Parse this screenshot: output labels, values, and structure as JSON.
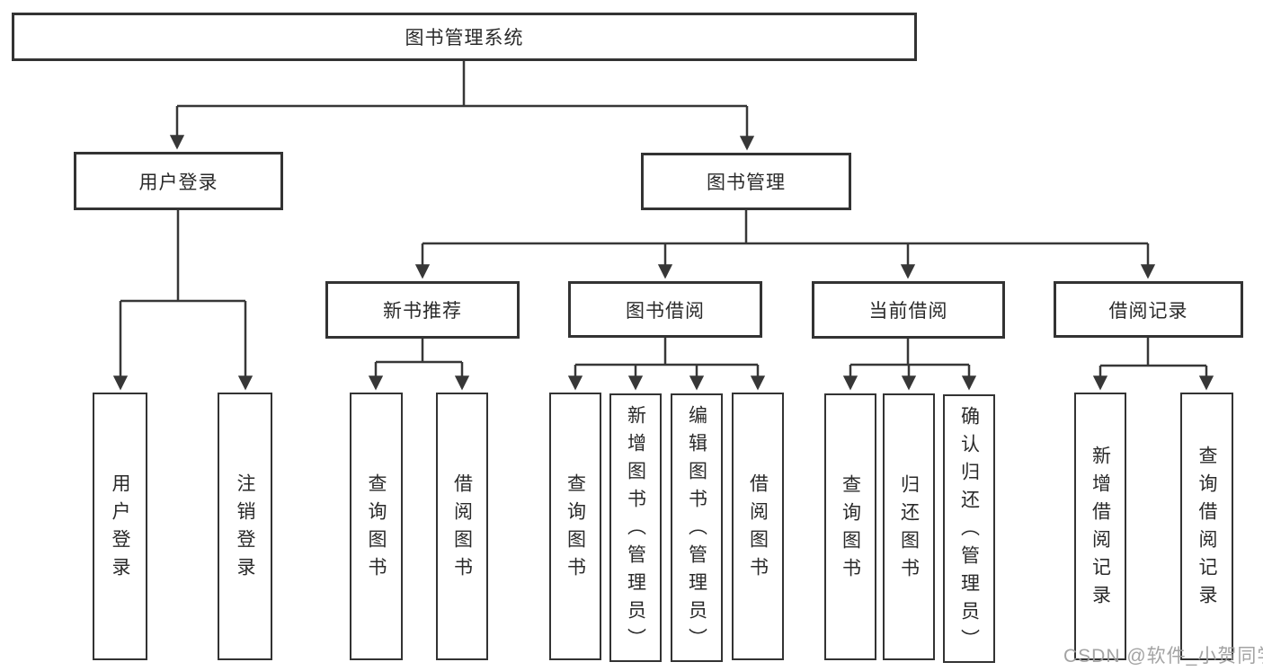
{
  "tree": {
    "root": {
      "label": "图书管理系统",
      "children": [
        {
          "label": "用户登录",
          "children": [
            {
              "label": "用户登录"
            },
            {
              "label": "注销登录"
            }
          ]
        },
        {
          "label": "图书管理",
          "children": [
            {
              "label": "新书推荐",
              "children": [
                {
                  "label": "查询图书"
                },
                {
                  "label": "借阅图书"
                }
              ]
            },
            {
              "label": "图书借阅",
              "children": [
                {
                  "label": "查询图书"
                },
                {
                  "label": "新增图书（管理员）"
                },
                {
                  "label": "编辑图书（管理员）"
                },
                {
                  "label": "借阅图书"
                }
              ]
            },
            {
              "label": "当前借阅",
              "children": [
                {
                  "label": "查询图书"
                },
                {
                  "label": "归还图书"
                },
                {
                  "label": "确认归还（管理员）"
                }
              ]
            },
            {
              "label": "借阅记录",
              "children": [
                {
                  "label": "新增借阅记录"
                },
                {
                  "label": "查询借阅记录"
                }
              ]
            }
          ]
        }
      ]
    }
  },
  "watermark": {
    "text": "CSDN @软件_小贺同学"
  },
  "colors": {
    "line": "#373737",
    "box_border": "#333333",
    "text": "#2a2a2a",
    "watermark": "#9e9e9e",
    "background": "#ffffff"
  }
}
